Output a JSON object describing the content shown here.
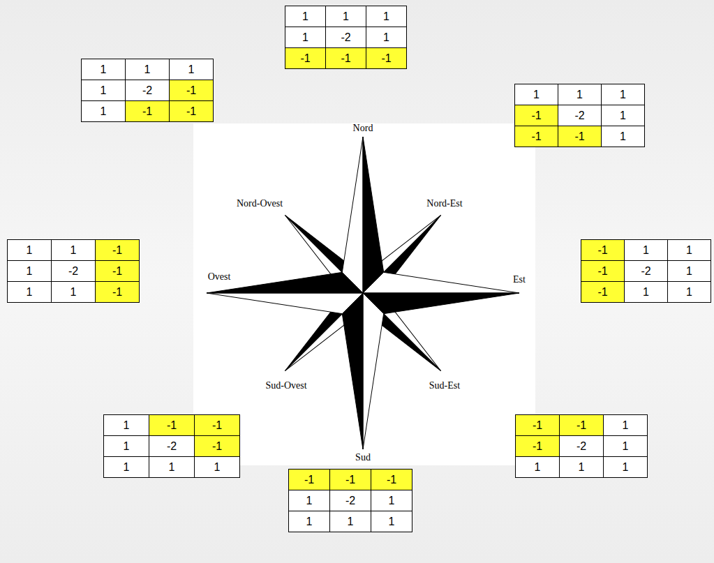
{
  "diagram": {
    "labels": [
      "1",
      "1",
      "1",
      "1",
      "-2",
      "1",
      "-1",
      "-1",
      "-1",
      "1",
      "1",
      "1",
      "1",
      "-2",
      "-1",
      "1",
      "-1",
      "-1",
      "1",
      "1",
      "1",
      "-1",
      "-2",
      "1",
      "-1",
      "-1",
      "1",
      "1",
      "1",
      "-1",
      "1",
      "-2",
      "-1",
      "1",
      "1",
      "-1",
      "-1",
      "1",
      "1",
      "-1",
      "-2",
      "1",
      "-1",
      "1",
      "1",
      "1",
      "-1",
      "-1",
      "1",
      "-2",
      "-1",
      "1",
      "1",
      "1",
      "-1",
      "-1",
      "1",
      "-1",
      "-2",
      "1",
      "1",
      "1",
      "1",
      "-1",
      "-1",
      "-1",
      "1",
      "-2",
      "1",
      "1",
      "1",
      "1",
      "Nord",
      "Nord-Ovest",
      "Nord-Est",
      "Ovest",
      "Est",
      "Sud-Ovest",
      "Sud-Est",
      "Sud"
    ]
  }
}
